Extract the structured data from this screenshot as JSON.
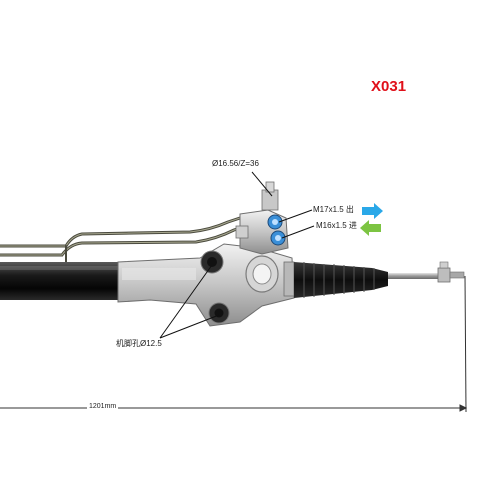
{
  "model_code": "X031",
  "labels": {
    "inlet_spec": "Ø16.56/Z=36",
    "outlet_port": "M17x1.5 出",
    "return_port": "M16x1.5 进",
    "mount_hole": "机脚孔Ø12.5",
    "total_length": "1201mm"
  },
  "icons": {
    "outlet_arrow": "arrow-right-icon",
    "return_arrow": "arrow-left-icon"
  },
  "colors": {
    "model_code": "#e0101a",
    "outlet_arrow": "#2aa8e8",
    "return_arrow": "#7cc442",
    "port_cap": "#3a8fd8"
  }
}
